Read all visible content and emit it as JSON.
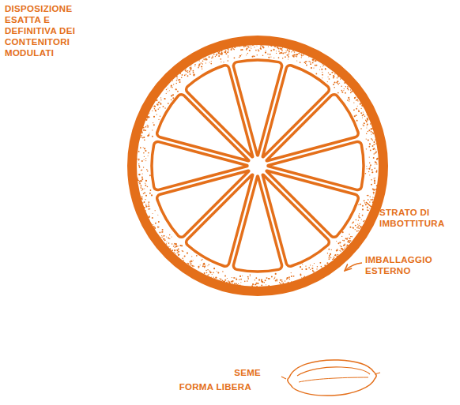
{
  "diagram": {
    "labels": [
      "DISPOSIZIONE ESATTA E DEFINITIVA DEI CONTENITORI MODULATI",
      "STRATO DI IMBOTTITURA",
      "IMBALLAGGIO ESTERNO",
      "SEME",
      "FORMA LIBERA"
    ]
  }
}
